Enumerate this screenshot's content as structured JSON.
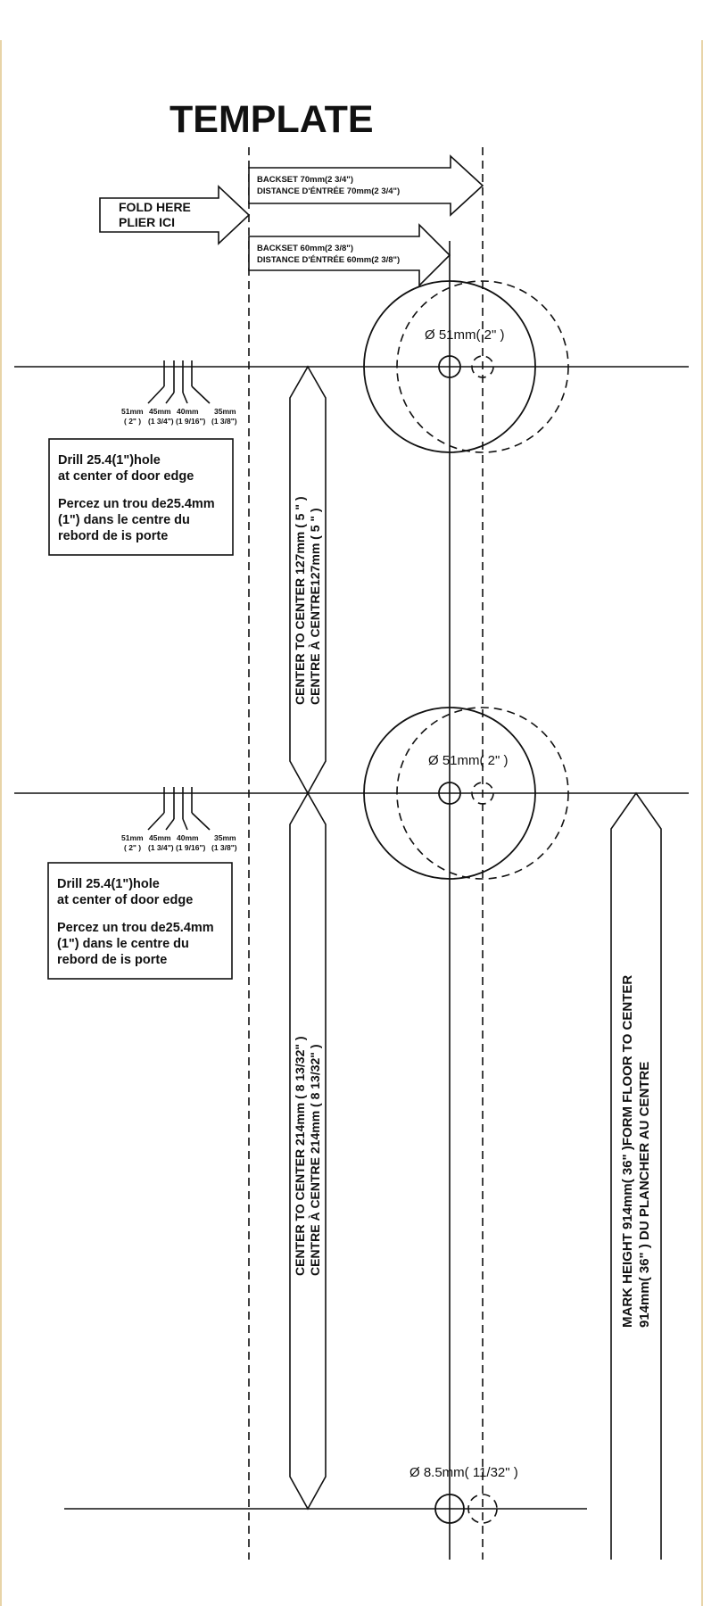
{
  "title": "TEMPLATE",
  "fold": {
    "line1": "FOLD HERE",
    "line2": "PLIER ICI"
  },
  "backset70": {
    "line1": "BACKSET 70mm(2 3/4\")",
    "line2": "DISTANCE D'ÉNTRÉE 70mm(2 3/4\")"
  },
  "backset60": {
    "line1": "BACKSET 60mm(2 3/8\")",
    "line2": "DISTANCE D'ÉNTRÉE 60mm(2 3/8\")"
  },
  "bore": {
    "label": "Ø 51mm( 2\" )"
  },
  "drill_sizes": [
    {
      "mm": "51mm",
      "inch": "( 2\" )"
    },
    {
      "mm": "45mm",
      "inch": "(1 3/4\")"
    },
    {
      "mm": "40mm",
      "inch": "(1 9/16\")"
    },
    {
      "mm": "35mm",
      "inch": "(1 3/8\")"
    }
  ],
  "drill_note": {
    "en1": "Drill 25.4(1\")hole",
    "en2": "at center of door edge",
    "fr1": "Percez un trou de25.4mm",
    "fr2": "(1\") dans le centre du",
    "fr3": "rebord de is porte"
  },
  "center127": {
    "line1": "CENTER TO CENTER 127mm ( 5 \" )",
    "line2": "CENTRE À CENTRE127mm ( 5 \" )"
  },
  "center214": {
    "line1": "CENTER TO CENTER 214mm ( 8 13/32\" )",
    "line2": "CENTRE À CENTRE 214mm ( 8 13/32\" )"
  },
  "mark_height": {
    "line1": "MARK HEIGHT 914mm( 36\" )FORM FLOOR TO CENTER",
    "line2": "914mm( 36\" ) DU PLANCHER AU CENTRE"
  },
  "small_hole": {
    "label": "Ø 8.5mm( 11/32\" )"
  },
  "colors": {
    "ink": "#111111",
    "paper": "#ffffff",
    "border": "#e8d4a8"
  }
}
